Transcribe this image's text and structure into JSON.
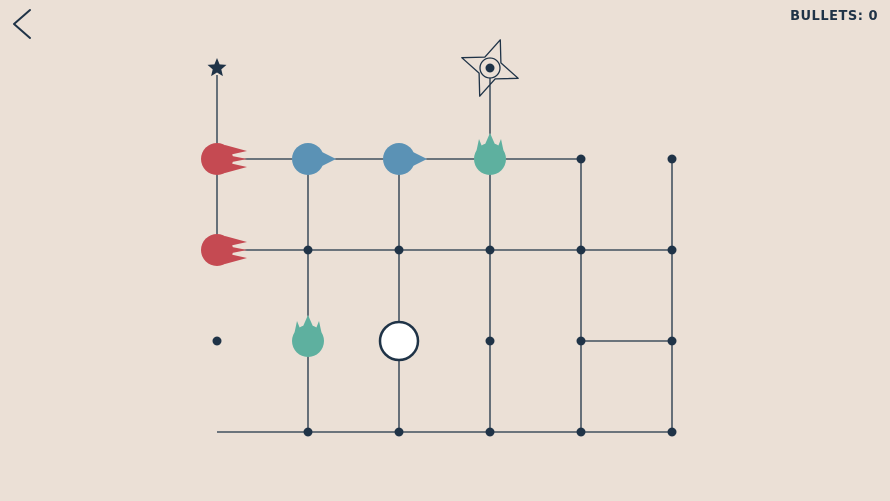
{
  "hud": {
    "bullets_label": "BULLETS:",
    "bullets_count": "0"
  },
  "icons": {
    "back": "chevron-left-icon",
    "goal": "star-icon",
    "player_target": "shuriken-icon"
  },
  "colors": {
    "background": "#ebe0d6",
    "line": "#1f3347",
    "red_enemy": "#c54a52",
    "blue_enemy": "#5b92b5",
    "green_enemy": "#5eb09f",
    "player_fill": "#ffffff"
  },
  "board": {
    "nodes": [
      {
        "id": "a2",
        "c": 0,
        "r": 2,
        "kind": "dot"
      },
      {
        "id": "b1",
        "c": 1,
        "r": 1,
        "kind": "dot"
      },
      {
        "id": "c1",
        "c": 2,
        "r": 1,
        "kind": "dot"
      },
      {
        "id": "d1",
        "c": 3,
        "r": 1,
        "kind": "dot"
      },
      {
        "id": "d2",
        "c": 3,
        "r": 2,
        "kind": "dot"
      },
      {
        "id": "e0",
        "c": 4,
        "r": 0,
        "kind": "dot"
      },
      {
        "id": "e1",
        "c": 4,
        "r": 1,
        "kind": "dot"
      },
      {
        "id": "e2",
        "c": 4,
        "r": 2,
        "kind": "dot"
      },
      {
        "id": "e3",
        "c": 4,
        "r": 3,
        "kind": "dot"
      },
      {
        "id": "f0",
        "c": 5,
        "r": 0,
        "kind": "dot"
      },
      {
        "id": "f1",
        "c": 5,
        "r": 1,
        "kind": "dot"
      },
      {
        "id": "f2",
        "c": 5,
        "r": 2,
        "kind": "dot"
      },
      {
        "id": "f3",
        "c": 5,
        "r": 3,
        "kind": "dot"
      },
      {
        "id": "b3",
        "c": 1,
        "r": 3,
        "kind": "dot"
      },
      {
        "id": "c3",
        "c": 2,
        "r": 3,
        "kind": "dot"
      },
      {
        "id": "d3",
        "c": 3,
        "r": 3,
        "kind": "dot"
      }
    ],
    "edges": [
      [
        0,
        -1,
        0,
        0
      ],
      [
        0,
        0,
        4,
        0
      ],
      [
        0,
        0,
        0,
        1
      ],
      [
        0,
        1,
        5,
        1
      ],
      [
        0,
        3,
        5,
        3
      ],
      [
        1,
        0,
        1,
        3
      ],
      [
        2,
        0,
        2,
        3
      ],
      [
        3,
        -1,
        3,
        3
      ],
      [
        4,
        0,
        4,
        3
      ],
      [
        5,
        0,
        5,
        3
      ],
      [
        4,
        2,
        5,
        2
      ]
    ],
    "enemies": [
      {
        "name": "red-enemy",
        "c": 0,
        "r": 0,
        "type": "red-spike",
        "facing": "right"
      },
      {
        "name": "red-enemy",
        "c": 0,
        "r": 1,
        "type": "red-spike",
        "facing": "right"
      },
      {
        "name": "blue-enemy",
        "c": 1,
        "r": 0,
        "type": "blue-arrow",
        "facing": "right"
      },
      {
        "name": "blue-enemy",
        "c": 2,
        "r": 0,
        "type": "blue-arrow",
        "facing": "right"
      },
      {
        "name": "green-enemy",
        "c": 3,
        "r": 0,
        "type": "green-crown",
        "facing": "up"
      },
      {
        "name": "green-enemy",
        "c": 1,
        "r": 2,
        "type": "green-crown",
        "facing": "up"
      }
    ],
    "player": {
      "c": 2,
      "r": 2
    },
    "goal": {
      "c": 0,
      "r": -1
    },
    "shuriken": {
      "c": 3,
      "r": -1
    }
  }
}
